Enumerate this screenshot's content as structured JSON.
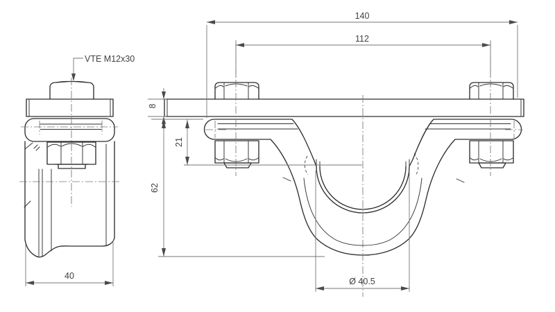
{
  "drawing": {
    "callout": "VTE M12x30",
    "dimensions": {
      "overall_width": "140",
      "hole_spacing": "112",
      "plate_thickness": "8",
      "flange_to_center": "21",
      "overall_height": "62",
      "side_width": "40",
      "bore_diameter": "Ø 40.5"
    },
    "colors": {
      "line": "#2e2e2e",
      "thin_line": "#757575",
      "text": "#3f3f3f",
      "background": "#ffffff"
    }
  }
}
